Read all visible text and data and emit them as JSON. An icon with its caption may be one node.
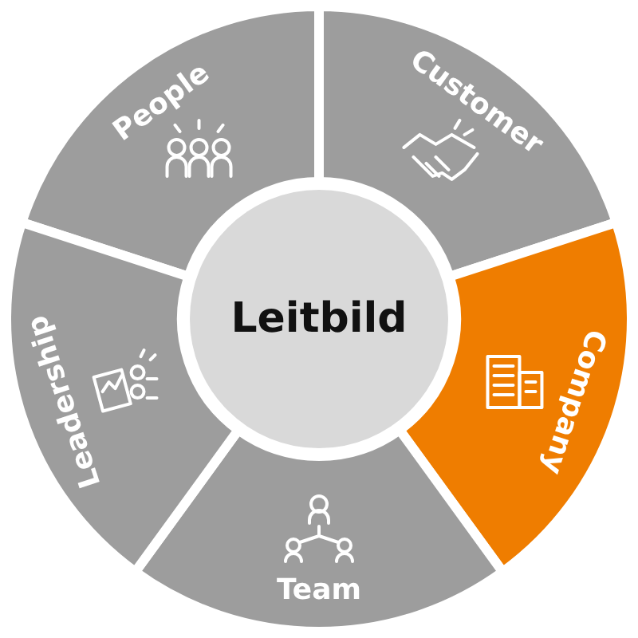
{
  "diagram": {
    "nodes": [
      {
        "text": [
          "Leitbild"
        ]
      },
      {
        "text": [
          "People"
        ]
      },
      {
        "text": [
          "Customer"
        ]
      },
      {
        "text": [
          "Company"
        ]
      },
      {
        "text": [
          "Team"
        ]
      },
      {
        "text": [
          "Leadership"
        ]
      }
    ]
  }
}
